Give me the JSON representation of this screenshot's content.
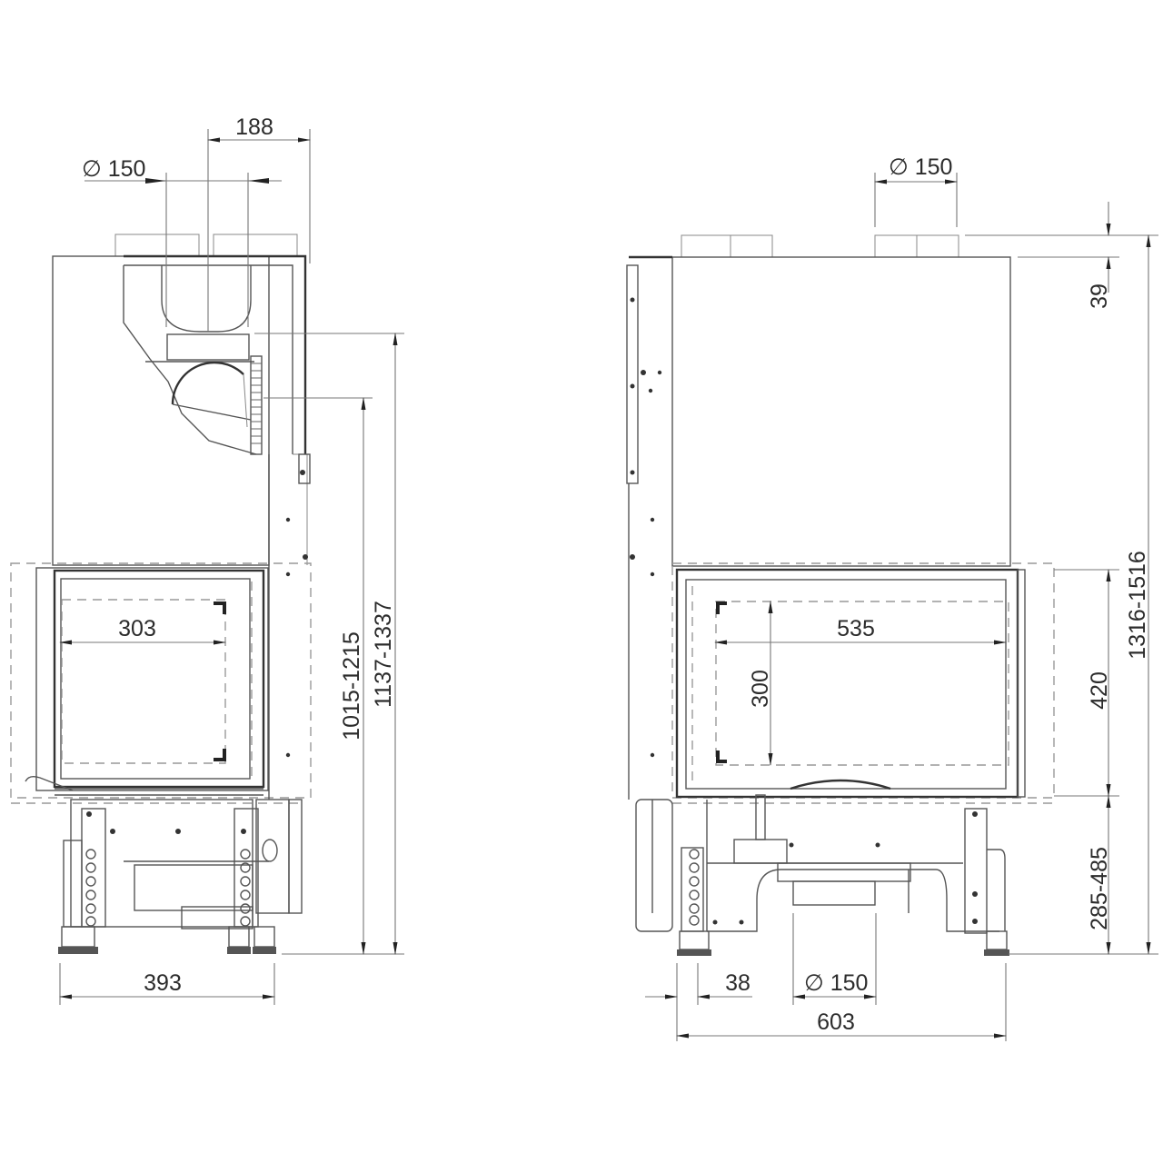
{
  "drawing": {
    "type": "technical dimension drawing",
    "subject": "corner fireplace insert",
    "units": "mm",
    "views": [
      {
        "name": "side-view",
        "dimensions": {
          "top_offset": "188",
          "flue_diameter": "∅ 150",
          "glass_width": "303",
          "height_a": "1015-1215",
          "height_b": "1137-1337",
          "base_width": "393"
        }
      },
      {
        "name": "front-view",
        "dimensions": {
          "flue_diameter_top": "∅ 150",
          "top_gap": "39",
          "total_height": "1316-1516",
          "glass_height_outer": "420",
          "leg_height": "285-485",
          "glass_width": "535",
          "glass_height": "300",
          "leg_offset": "38",
          "air_inlet_diameter": "∅ 150",
          "total_width": "603"
        }
      }
    ]
  }
}
